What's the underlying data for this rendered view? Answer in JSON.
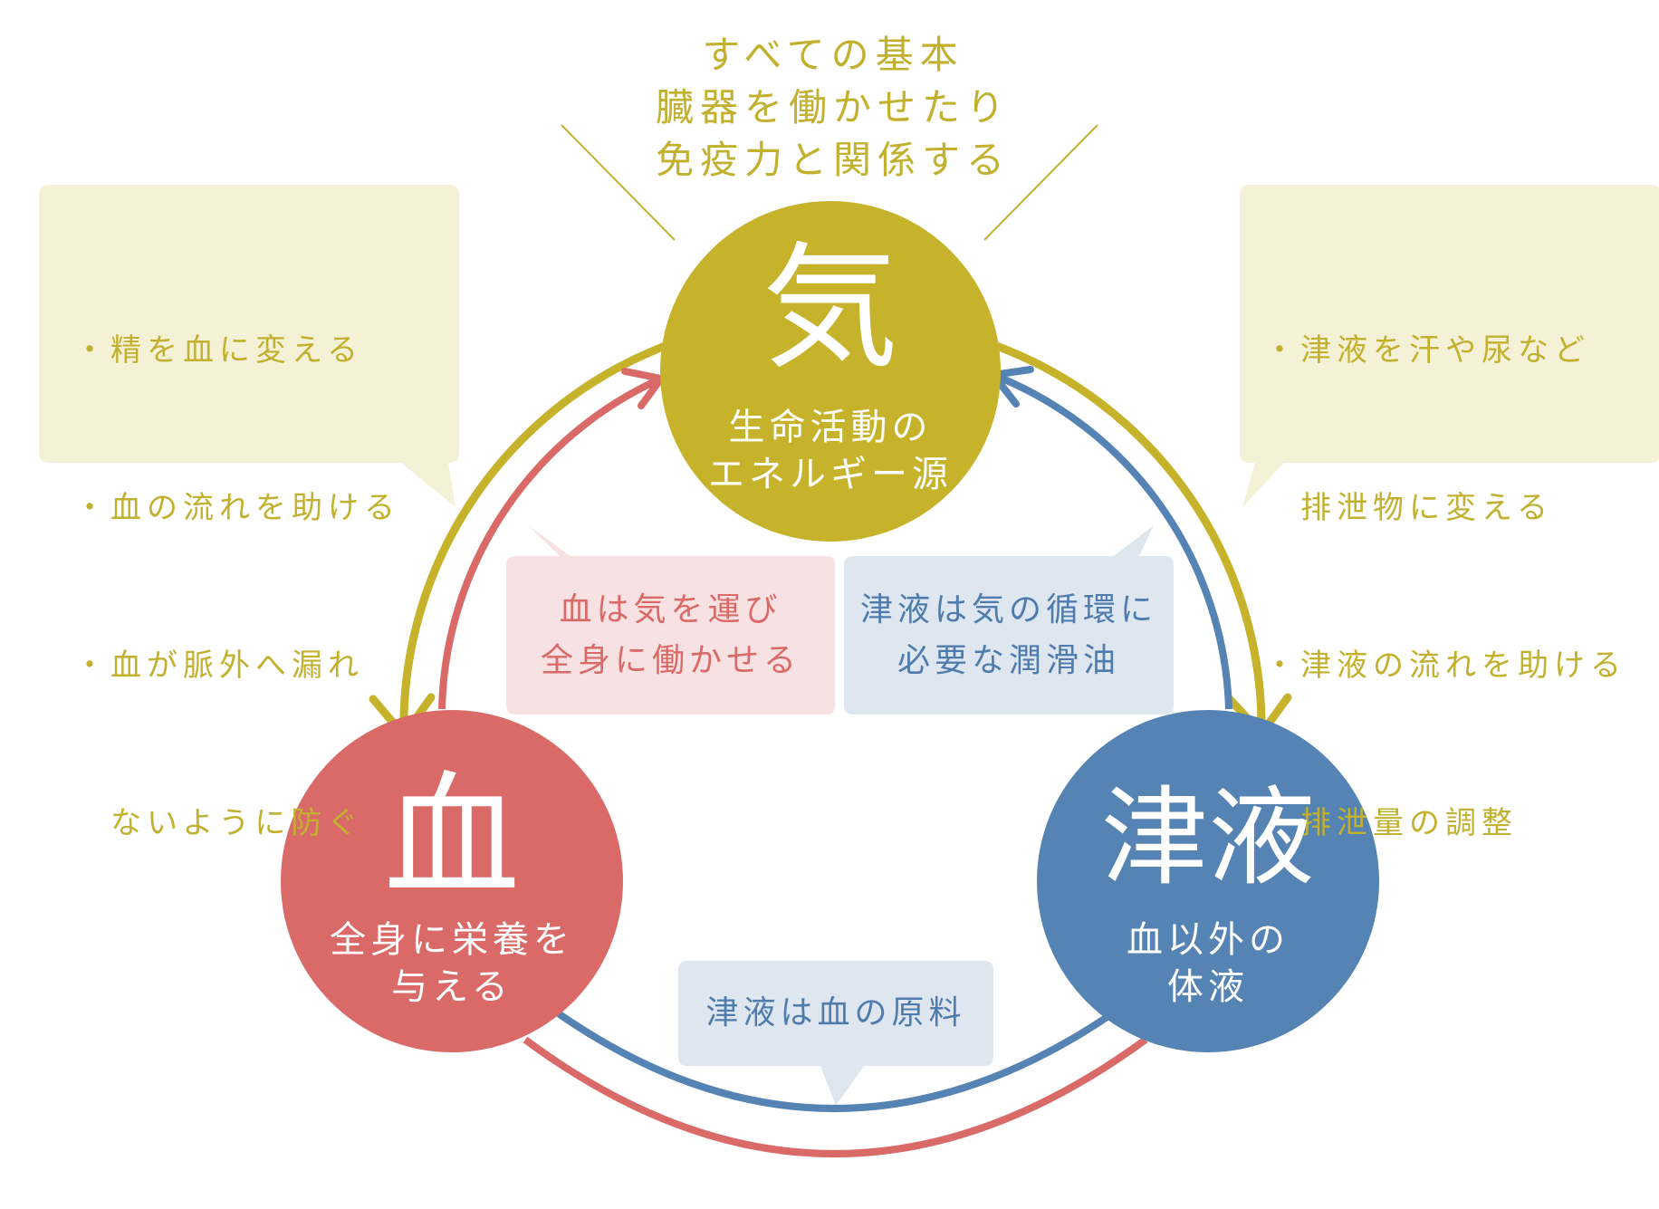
{
  "colors": {
    "ki": "#c7b32b",
    "ketsu": "#d96a67",
    "shineki": "#5483b4",
    "ki_box": "#f5f1d6",
    "ketsu_box": "#f8e1e2",
    "shineki_box": "#dee7f0",
    "ki_text": "#c2b02f",
    "ketsu_text": "#d96a67",
    "shineki_text": "#4f7cad"
  },
  "top_note": {
    "lines": [
      "すべての基本",
      "臓器を働かせたり",
      "免疫力と関係する"
    ]
  },
  "ki": {
    "title": "気",
    "subtitle_lines": [
      "生命活動の",
      "エネルギー源"
    ]
  },
  "ketsu": {
    "title": "血",
    "subtitle_lines": [
      "全身に栄養を",
      "与える"
    ]
  },
  "shineki": {
    "title": "津液",
    "subtitle_lines": [
      "血以外の",
      "体液"
    ]
  },
  "left_box": {
    "lines": [
      "・精を血に変える",
      "・血の流れを助ける",
      "・血が脈外へ漏れ",
      "　ないように防ぐ"
    ]
  },
  "right_box": {
    "lines": [
      "・津液を汗や尿など",
      "　排泄物に変える",
      "・津液の流れを助ける",
      "・排泄量の調整"
    ]
  },
  "ketsu_to_ki": {
    "lines": [
      "血は気を運び",
      "全身に働かせる"
    ]
  },
  "shineki_to_ki": {
    "lines": [
      "津液は気の循環に",
      "必要な潤滑油"
    ]
  },
  "shineki_to_ketsu": {
    "text": "津液は血の原料"
  }
}
